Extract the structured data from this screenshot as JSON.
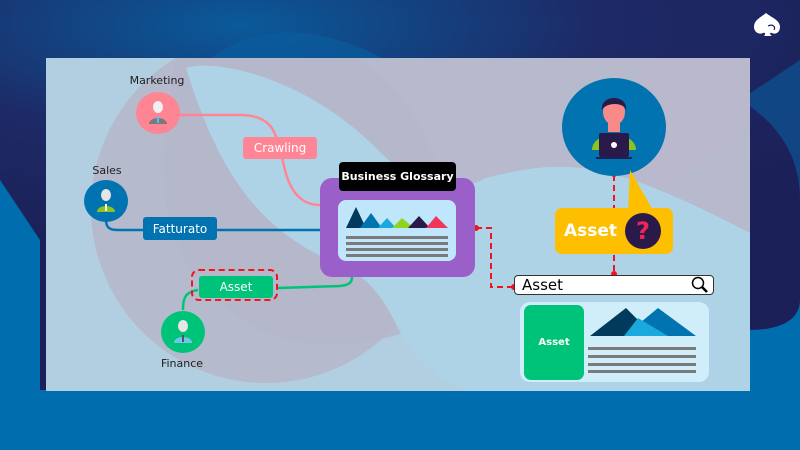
{
  "logo": {
    "icon": "spade-logo-icon"
  },
  "nodes": {
    "marketing": {
      "label": "Marketing",
      "color": "#ff8595",
      "icon": "person-icon"
    },
    "sales": {
      "label": "Sales",
      "color": "#0073b0",
      "icon": "person-icon"
    },
    "finance": {
      "label": "Finance",
      "color": "#00c37a",
      "icon": "person-icon"
    }
  },
  "edges": {
    "crawling": {
      "label": "Crawling",
      "color": "#ff8595"
    },
    "fatturato": {
      "label": "Fatturato",
      "color": "#0073b0"
    },
    "asset": {
      "label": "Asset",
      "color": "#00c37a",
      "highlight_color": "#ff0000"
    }
  },
  "glossary": {
    "title": "Business Glossary",
    "mountain_colors": [
      "#003a5c",
      "#0073b0",
      "#1aa9dc",
      "#8ed51f",
      "#2a1a4a",
      "#f0345a"
    ]
  },
  "user": {
    "icon": "user-with-laptop-icon",
    "circle_color": "#0073b0"
  },
  "question": {
    "label": "Asset",
    "symbol": "?",
    "color": "#fdbf00"
  },
  "search": {
    "value": "Asset",
    "icon": "search-icon"
  },
  "result": {
    "tag_label": "Asset"
  }
}
